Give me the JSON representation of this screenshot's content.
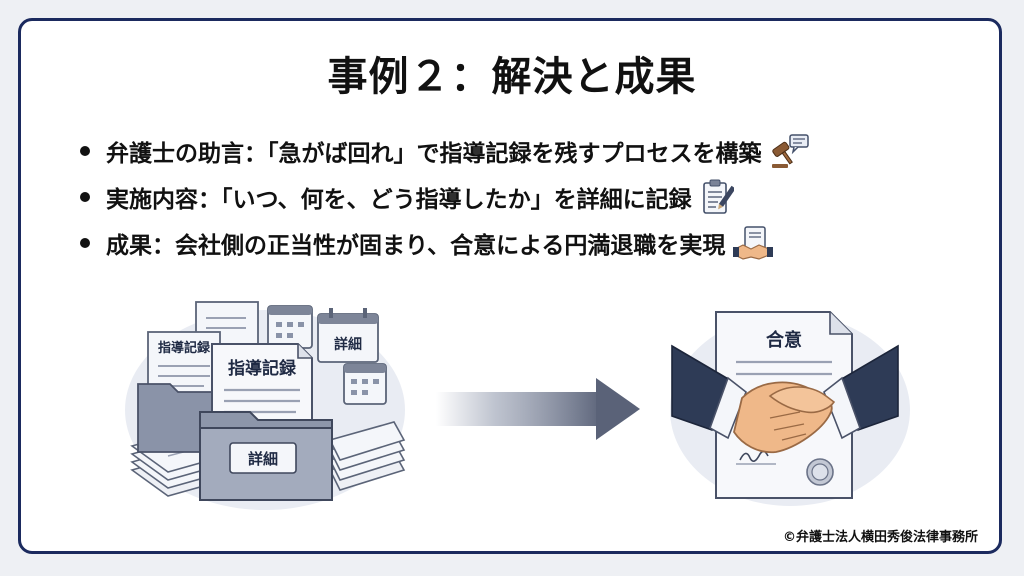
{
  "slide": {
    "title": "事例２：解決と成果",
    "bullets": [
      {
        "text": "弁護士の助言：「急がば回れ」で指導記録を残すプロセスを構築",
        "icon": "gavel-speech-icon"
      },
      {
        "text": "実施内容：「いつ、何を、どう指導したか」を詳細に記録",
        "icon": "clipboard-pen-icon"
      },
      {
        "text": "成果：会社側の正当性が固まり、合意による円満退職を実現",
        "icon": "handshake-document-icon"
      }
    ],
    "illustration": {
      "doc_label_left": "指導記録",
      "doc_label_center": "指導記録",
      "calendar_label": "詳細",
      "folder_label": "詳細",
      "agreement_label": "合意"
    },
    "copyright": "©弁護士法人横田秀俊法律事務所"
  },
  "colors": {
    "border": "#1b2a5e",
    "text": "#111111",
    "paper": "#f4f6fa",
    "folder": "#9aa3b5",
    "suit": "#2e3b56",
    "skin": "#efb889"
  }
}
